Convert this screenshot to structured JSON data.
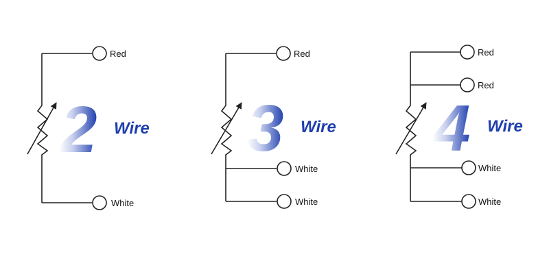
{
  "colors": {
    "accent": "#1f3fae",
    "line": "#222222"
  },
  "diagrams": [
    {
      "number": "2",
      "word": "Wire",
      "terminals": [
        {
          "label": "Red"
        },
        {
          "label": "White"
        }
      ]
    },
    {
      "number": "3",
      "word": "Wire",
      "terminals": [
        {
          "label": "Red"
        },
        {
          "label": "White"
        },
        {
          "label": "White"
        }
      ]
    },
    {
      "number": "4",
      "word": "Wire",
      "terminals": [
        {
          "label": "Red"
        },
        {
          "label": "Red"
        },
        {
          "label": "White"
        },
        {
          "label": "White"
        }
      ]
    }
  ]
}
